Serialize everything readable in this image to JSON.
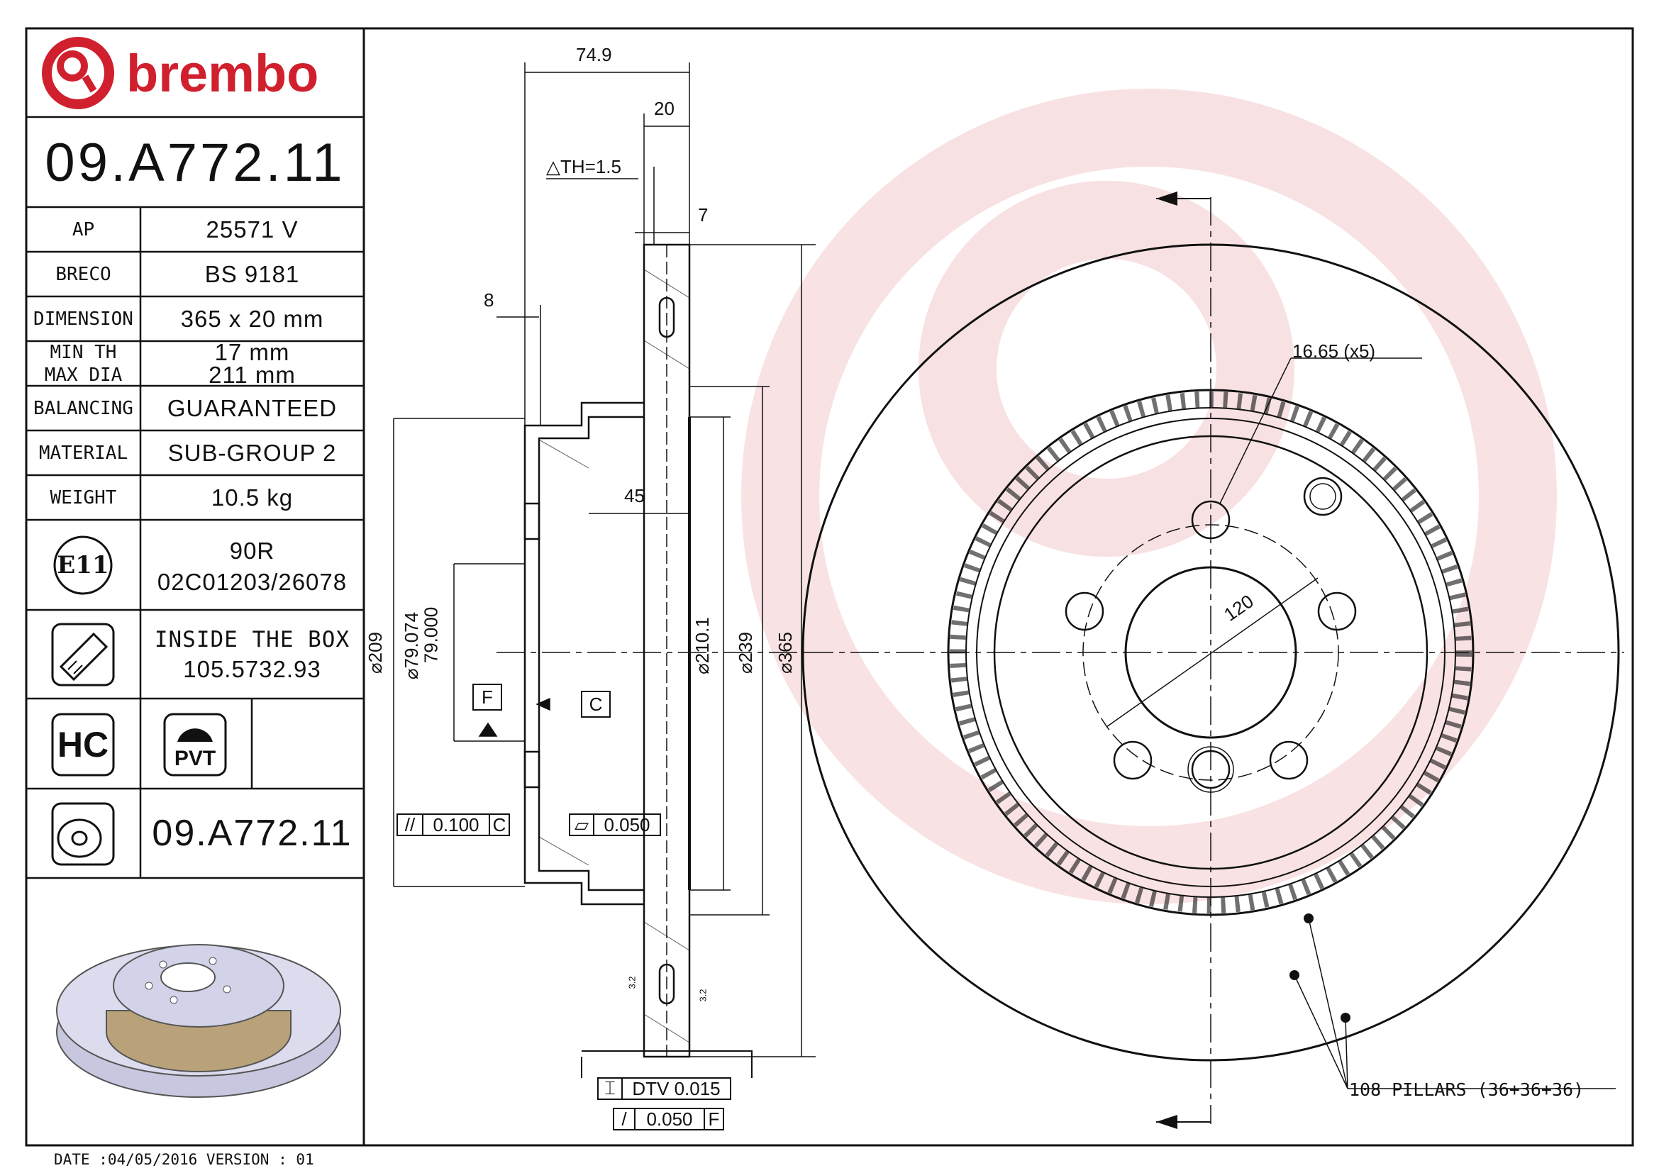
{
  "brand": {
    "name": "brembo",
    "color": "#d0202e"
  },
  "part_number": "09.A772.11",
  "specs": [
    {
      "label": "AP",
      "value": "25571 V"
    },
    {
      "label": "BRECO",
      "value": "BS 9181"
    },
    {
      "label": "DIMENSION",
      "value": "365 x 20 mm"
    },
    {
      "label": "MIN TH",
      "value": "17 mm"
    },
    {
      "label": "MAX DIA",
      "value": "211 mm"
    },
    {
      "label": "BALANCING",
      "value": "GUARANTEED"
    },
    {
      "label": "MATERIAL",
      "value": "SUB-GROUP 2"
    },
    {
      "label": "WEIGHT",
      "value": "10.5 kg"
    }
  ],
  "approval": {
    "mark": "E11",
    "line1": "90R",
    "line2": "02C01203/26078"
  },
  "inside_box": {
    "line1": "INSIDE THE BOX",
    "line2": "105.5732.93"
  },
  "badges": {
    "hc": "HC",
    "pvt": "PVT"
  },
  "footer": {
    "date_line": "DATE :04/05/2016 VERSION : 01"
  },
  "dimensions": {
    "offset_total": "74.9",
    "offset_hat": "20",
    "th_delta": "△TH=1.5",
    "flange": "7",
    "hat_wall": "8",
    "hat_depth": "45",
    "dia_209": "⌀209",
    "dia_79_max": "⌀79.074",
    "dia_79_min": "79.000",
    "dia_210": "⌀210.1",
    "dia_239": "⌀239",
    "dia_365": "⌀365",
    "bolt_hole": "16.65 (x5)",
    "pcd": "120",
    "datum_f": "F",
    "datum_c": "C",
    "tol_parallel": "0.100",
    "tol_parallel_ref": "C",
    "tol_flat": "0.050",
    "dtv": "DTV 0.015",
    "runout": "0.050",
    "runout_ref": "F",
    "roughness": "3.2",
    "pillars": "108 PILLARS (36+36+36)"
  }
}
